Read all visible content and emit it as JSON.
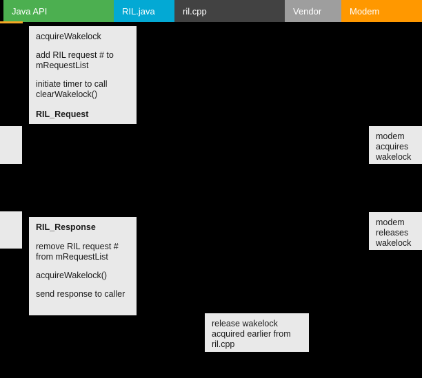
{
  "lanes": [
    {
      "id": "java-api",
      "label": "Java API",
      "color": "#4CAF50"
    },
    {
      "id": "ril-java",
      "label": "RIL.java",
      "color": "#03A9D4"
    },
    {
      "id": "ril-cpp",
      "label": "ril.cpp",
      "color": "#424242"
    },
    {
      "id": "vendor",
      "label": "Vendor",
      "color": "#9E9E9E"
    },
    {
      "id": "modem",
      "label": "Modem",
      "color": "#FF9800"
    }
  ],
  "accent_underline_color": "#F5A623",
  "canvas_background": "#000000",
  "note_background": "#E9E9E9",
  "notes": {
    "ril_request": {
      "line1": "acquireWakelock",
      "line2": "add RIL request # to mRequestList",
      "line3": "initiate timer to call clearWakelock()",
      "title": "RIL_Request"
    },
    "ril_response": {
      "title": "RIL_Response",
      "line1": "remove RIL request # from mRequestList",
      "line2": "acquireWakelock()",
      "line3": "send response to caller"
    },
    "modem_acquires": {
      "text": "modem acquires wakelock"
    },
    "modem_releases": {
      "text": "modem releases wakelock"
    },
    "release_wakelock": {
      "text": "release wakelock acquired earlier from ril.cpp"
    },
    "stub_left_upper": {
      "text": ""
    },
    "stub_left_lower": {
      "text": ""
    }
  }
}
